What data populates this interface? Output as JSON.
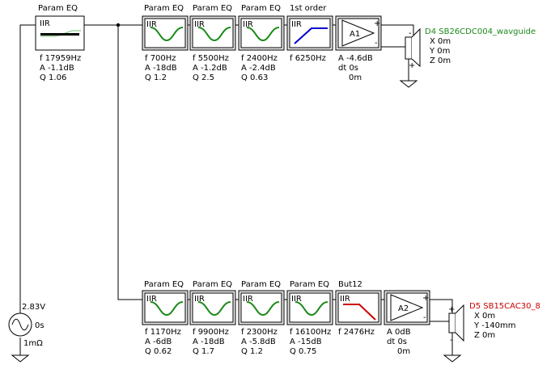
{
  "colors": {
    "curve_eq": "#1a8a1a",
    "curve_hp": "#0000cc",
    "curve_lp": "#cc0000",
    "driver1": "#1a8a1a",
    "driver2": "#cc0000",
    "top_eq_curve": "#9fd39f"
  },
  "top_eq": {
    "title": "Param EQ",
    "label": "IIR",
    "p1": "f  17959Hz",
    "p2": "A  -1.1dB",
    "p3": "Q  1.06"
  },
  "branch1": {
    "blocks": [
      {
        "title": "Param EQ",
        "label": "IIR",
        "kind": "peq",
        "p1": "f  700Hz",
        "p2": "A  -18dB",
        "p3": "Q  1.2"
      },
      {
        "title": "Param EQ",
        "label": "IIR",
        "kind": "peq",
        "p1": "f  5500Hz",
        "p2": "A  -1.2dB",
        "p3": "Q  2.5"
      },
      {
        "title": "Param EQ",
        "label": "IIR",
        "kind": "peq",
        "p1": "f  2400Hz",
        "p2": "A  -2.4dB",
        "p3": "Q  0.63"
      },
      {
        "title": "1st order",
        "label": "IIR",
        "kind": "hp",
        "p1": "f  6250Hz",
        "p2": "",
        "p3": ""
      }
    ],
    "amp": {
      "label": "A1",
      "plus": "+",
      "minus": "-",
      "p1": "A  -4.6dB",
      "p2": "dt 0s",
      "p3": "0m"
    },
    "driver": {
      "name": "D4 SB26CDC004_wavguide",
      "x": "X 0m",
      "y": "Y 0m",
      "z": "Z 0m",
      "top_sign": "-",
      "bottom_sign": "+"
    }
  },
  "branch2": {
    "blocks": [
      {
        "title": "Param EQ",
        "label": "IIR",
        "kind": "peq",
        "p1": "f  1170Hz",
        "p2": "A  -6dB",
        "p3": "Q  0.62"
      },
      {
        "title": "Param EQ",
        "label": "IIR",
        "kind": "peq",
        "p1": "f  9900Hz",
        "p2": "A  -18dB",
        "p3": "Q  1.7"
      },
      {
        "title": "Param EQ",
        "label": "IIR",
        "kind": "peq",
        "p1": "f  2300Hz",
        "p2": "A  -5.8dB",
        "p3": "Q  1.2"
      },
      {
        "title": "Param EQ",
        "label": "IIR",
        "kind": "peq",
        "p1": "f  16100Hz",
        "p2": "A  -15dB",
        "p3": "Q  0.75"
      },
      {
        "title": "But12",
        "label": "IIR",
        "kind": "lp",
        "p1": "f  2476Hz",
        "p2": "",
        "p3": ""
      }
    ],
    "amp": {
      "label": "A2",
      "plus": "+",
      "minus": "-",
      "p1": "A  0dB",
      "p2": "dt 0s",
      "p3": "0m"
    },
    "driver": {
      "name": "D5 SB15CAC30_8",
      "x": "X 0m",
      "y": "Y -140mm",
      "z": "Z 0m",
      "top_sign": "+",
      "bottom_sign": "-"
    }
  },
  "source": {
    "voltage": "2.83V",
    "delay": "0s",
    "resistance": "1mΩ"
  }
}
